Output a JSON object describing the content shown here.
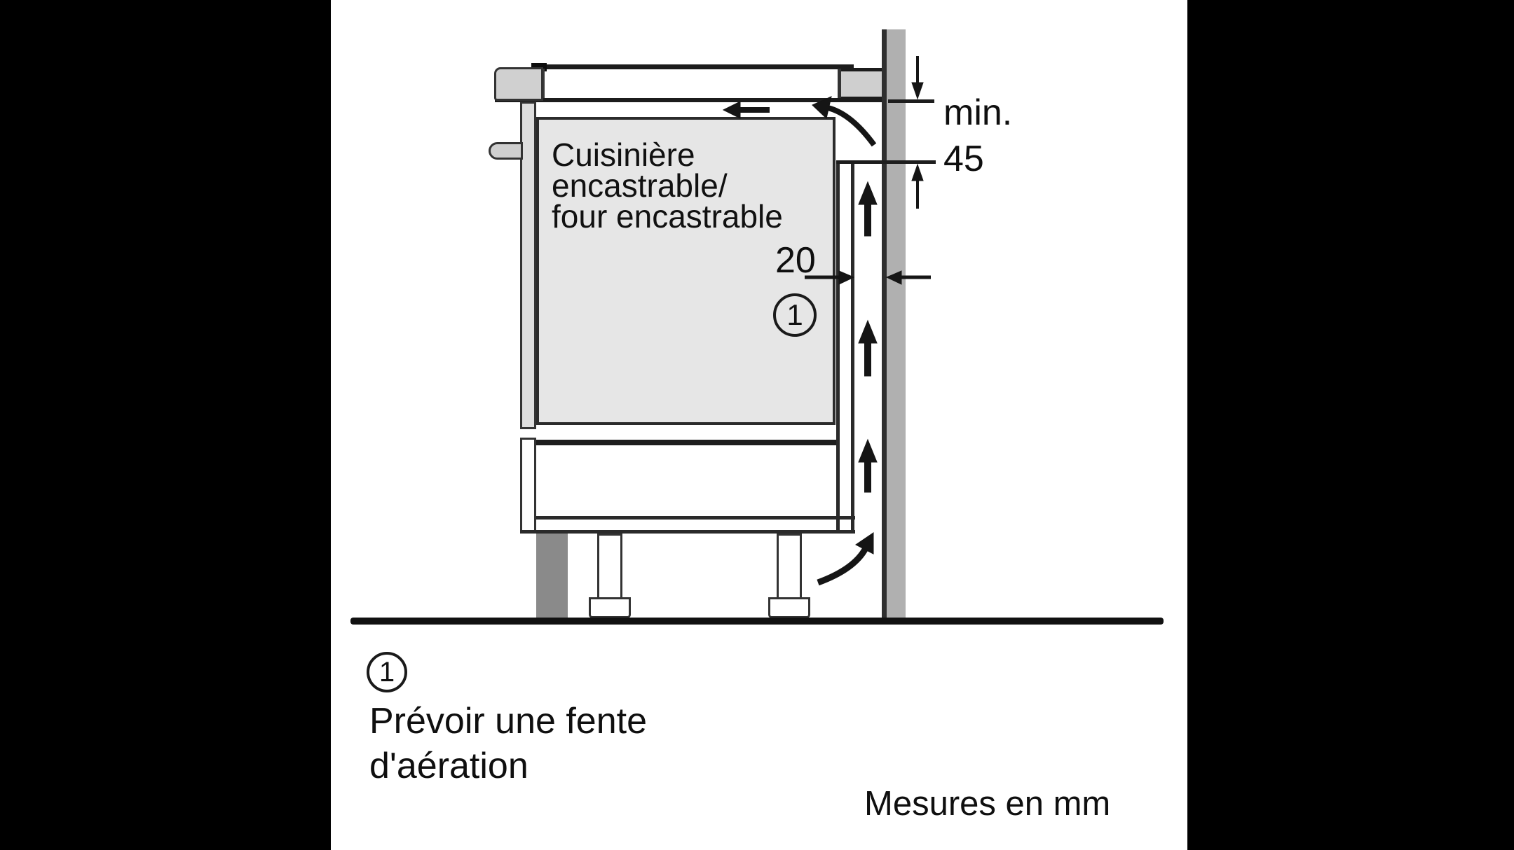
{
  "diagram": {
    "appliance_label": {
      "line1": "Cuisinière",
      "line2": "encastrable/",
      "line3": "four encastrable"
    },
    "dimensions": {
      "min_prefix": "min.",
      "min_value": "45",
      "gap_value": "20"
    },
    "callout_marker": "1",
    "legend": {
      "marker": "1",
      "line1": "Prévoir une fente",
      "line2": "d'aération"
    },
    "units_note": "Mesures en mm",
    "colors": {
      "wall_gray": "#b0b0b0",
      "oven_fill": "#e6e6e6",
      "trim_gray": "#d0d0d0",
      "plinth_gray": "#8a8a8a",
      "line_black": "#1c1c1c",
      "letterbox": "#000000"
    }
  }
}
